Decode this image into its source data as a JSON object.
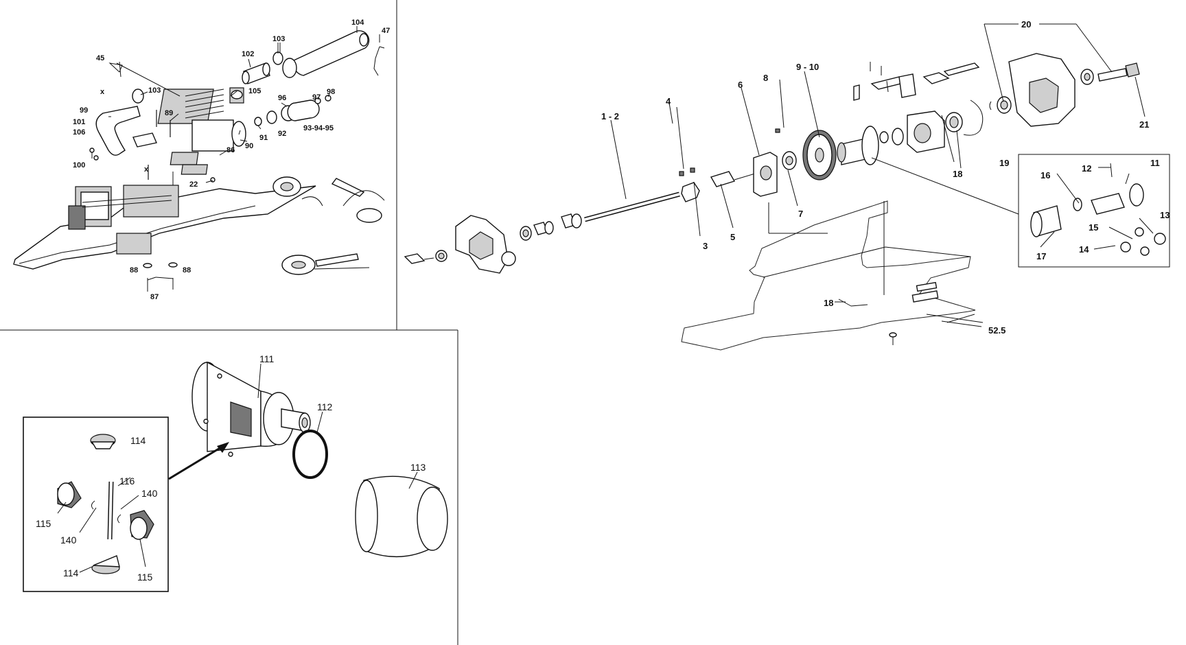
{
  "engine_panel": {
    "labels": [
      "104",
      "47",
      "103",
      "102",
      "45",
      "103",
      "105",
      "96",
      "97",
      "98",
      "99",
      "101",
      "106",
      "89",
      "91",
      "92",
      "93-94-95",
      "90",
      "86",
      "100",
      "22",
      "88",
      "88",
      "87",
      "x",
      "x"
    ]
  },
  "drivetrain_panel": {
    "labels": [
      "20",
      "21",
      "8",
      "9 - 10",
      "6",
      "4",
      "1 - 2",
      "19",
      "18",
      "7",
      "3",
      "5",
      "12",
      "11",
      "16",
      "13",
      "15",
      "14",
      "17",
      "18",
      "52.5"
    ]
  },
  "differential_panel": {
    "labels": [
      "111",
      "112",
      "113",
      "114",
      "116",
      "140",
      "115",
      "140",
      "115",
      "114"
    ]
  }
}
